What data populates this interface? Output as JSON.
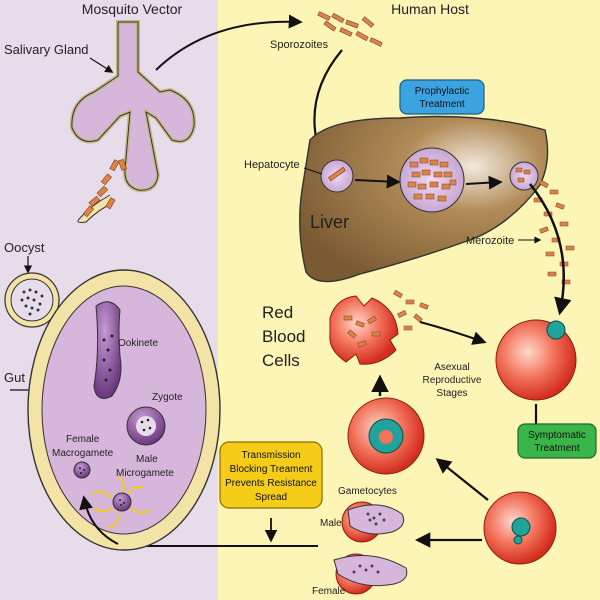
{
  "headers": {
    "left": "Mosquito Vector",
    "right": "Human Host"
  },
  "labels": {
    "salivary_gland": "Salivary Gland",
    "sporozoites": "Sporozoites",
    "hepatocyte": "Hepatocyte",
    "liver": "Liver",
    "merozoite": "Merozoite",
    "oocyst": "Oocyst",
    "gut": "Gut",
    "ookinete": "Ookinete",
    "zygote": "Zygote",
    "female_macrogamete": [
      "Female",
      "Macrogamete"
    ],
    "male_microgamete": [
      "Male",
      "Microgamete"
    ],
    "red_blood_cells": [
      "Red",
      "Blood",
      "Cells"
    ],
    "asexual_stages": [
      "Asexual",
      "Reproductive",
      "Stages"
    ],
    "gametocytes": "Gametocytes",
    "male": "Male",
    "female": "Female"
  },
  "callouts": {
    "prophylactic": [
      "Prophylactic",
      "Treatment"
    ],
    "symptomatic": [
      "Symptomatic",
      "Treatment"
    ],
    "transmission": [
      "Transmission",
      "Blocking Treament",
      "Prevents Resistance",
      "Spread"
    ]
  },
  "colors": {
    "left_bg": "#e6dcea",
    "right_bg": "#fcf5b5",
    "prophylactic_box": "#3aa3e0",
    "symptomatic_box": "#3ab54a",
    "transmission_box": "#f5cd18",
    "liver": "#8b6a3e",
    "rbc": "#e8402c",
    "parasite": "#d7854a",
    "gut_wall": "#f3e3a6"
  }
}
